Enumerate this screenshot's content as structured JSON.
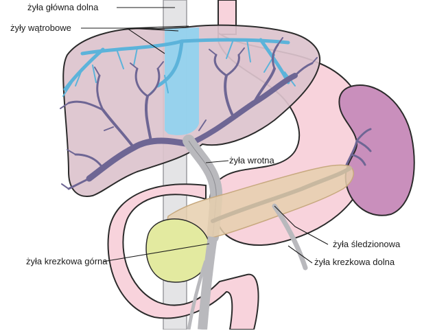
{
  "labels": {
    "ivc": "żyła główna dolna",
    "hepatic_veins": "żyły wątrobowe",
    "portal_vein": "żyła wrotna",
    "splenic_vein": "żyła śledzionowa",
    "sup_mesenteric": "żyła krezkowa górna",
    "inf_mesenteric": "żyła krezkowa dolna"
  },
  "colors": {
    "liver": "#dcc3cd",
    "stomach": "#f8d3dc",
    "spleen": "#c98fbc",
    "pancreas": "#e6cfae",
    "hepatic_vein_region": "#8fd3f0",
    "portal_tree": "#6e6694",
    "vessel_grey": "#b9b9bd",
    "ivc": "#e4e4e6",
    "duodenum_head": "#e3eaa0"
  }
}
